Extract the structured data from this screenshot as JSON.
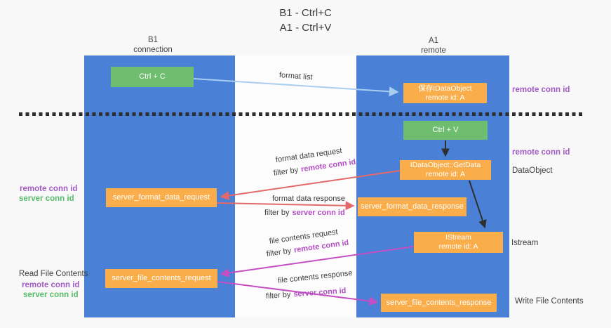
{
  "title": {
    "line1": "B1 - Ctrl+C",
    "line2": "A1 - Ctrl+V"
  },
  "lanes": {
    "left": {
      "name": "B1",
      "sub": "connection"
    },
    "right": {
      "name": "A1",
      "sub": "remote"
    }
  },
  "boxes": {
    "ctrl_c": "Ctrl + C",
    "ctrl_v": "Ctrl + V",
    "save_idataobject": {
      "line1": "保存IDataObject",
      "line2": "remote id: A"
    },
    "getdata": {
      "line1": "IDataObject::GetData",
      "line2": "remote id: A"
    },
    "istream": {
      "line1": "IStream",
      "line2": "remote id: A"
    },
    "format_request": "server_format_data_request",
    "format_response": "server_format_data_response",
    "file_request": "server_file_contents_request",
    "file_response": "server_file_contents_response"
  },
  "side_labels": {
    "remote_conn_id": "remote conn id",
    "server_conn_id": "server conn id",
    "dataobject": "DataObject",
    "istream": "Istream",
    "read_file_contents": "Read File Contents",
    "write_file_contents": "Write File Contents"
  },
  "arrow_labels": {
    "format_list": "format list",
    "format_data_request": "format data request",
    "format_data_response": "format data response",
    "file_contents_request": "file contents request",
    "file_contents_response": "file contents response",
    "filter_by": "filter by",
    "remote_conn_id": "remote conn id",
    "server_conn_id": "server conn id"
  },
  "colors": {
    "lane_blue": "#4a80d6",
    "box_orange": "#f9ae4b",
    "box_green": "#6fbe70",
    "arrow_salmon": "#e46a6a",
    "arrow_magenta": "#c44fc4",
    "arrow_lightblue": "#a9cdee",
    "arrow_black": "#2f2f2f",
    "text_purple": "#a35bc4",
    "text_green": "#57bd68"
  }
}
